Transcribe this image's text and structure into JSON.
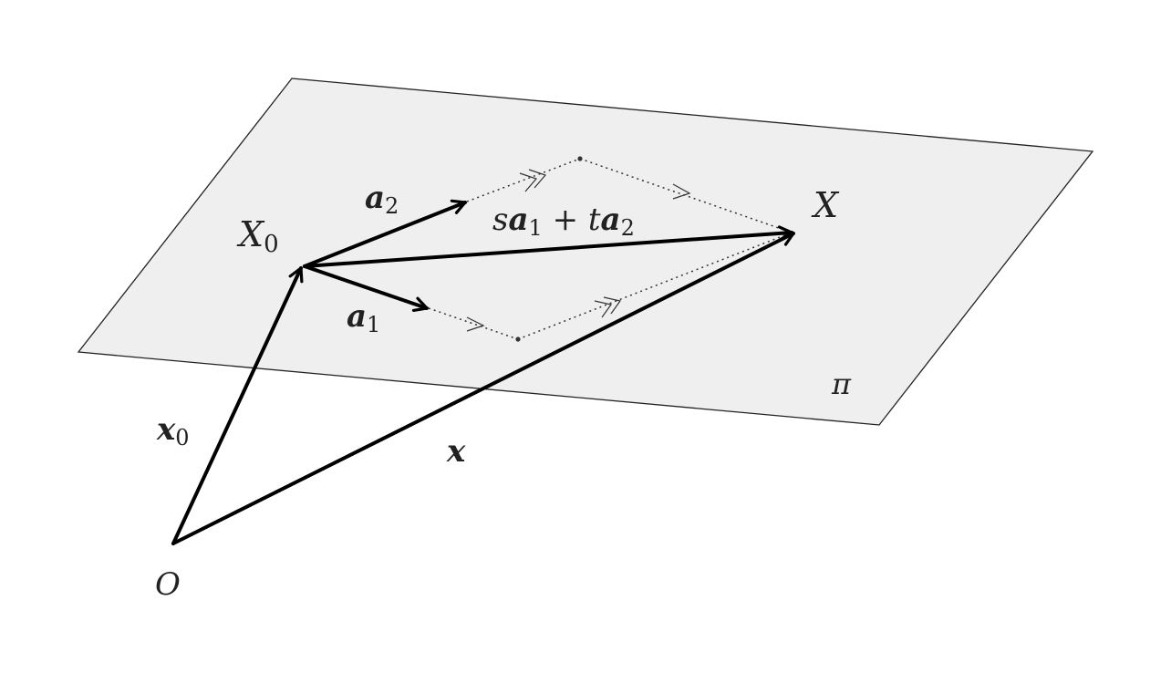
{
  "labels": {
    "origin": "O",
    "x0_point": "X",
    "x0_point_sub": "0",
    "x_point": "X",
    "a1": "a",
    "a1_sub": "1",
    "a2": "a",
    "a2_sub": "2",
    "x0_vec": "x",
    "x0_vec_sub": "0",
    "x_vec": "x",
    "combo_s": "s",
    "combo_a1": "a",
    "combo_a1_sub": "1",
    "combo_plus": " + ",
    "combo_t": "t",
    "combo_a2": "a",
    "combo_a2_sub": "2",
    "plane": "π"
  },
  "colors": {
    "plane_fill": "#efefef",
    "plane_stroke": "#222222",
    "vector": "#000000",
    "dotted": "#333333"
  }
}
